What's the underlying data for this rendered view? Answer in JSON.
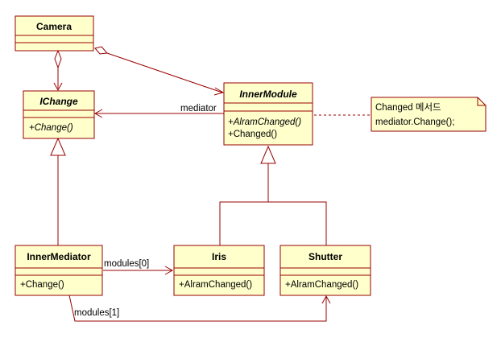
{
  "classes": {
    "camera": {
      "name": "Camera"
    },
    "ichange": {
      "name": "IChange",
      "op1": "+Change()"
    },
    "inner_module": {
      "name": "InnerModule",
      "op1": "+AlramChanged()",
      "op2": "+Changed()"
    },
    "inner_mediator": {
      "name": "InnerMediator",
      "op1": "+Change()"
    },
    "iris": {
      "name": "Iris",
      "op1": "+AlramChanged()"
    },
    "shutter": {
      "name": "Shutter",
      "op1": "+AlramChanged()"
    }
  },
  "note": {
    "line1": "Changed 메서드",
    "line2": "mediator.Change();"
  },
  "labels": {
    "mediator": "mediator",
    "modules0": "modules[0]",
    "modules1": "modules[1]"
  },
  "colors": {
    "box_fill": "#ffffcc",
    "stroke": "#990000"
  }
}
